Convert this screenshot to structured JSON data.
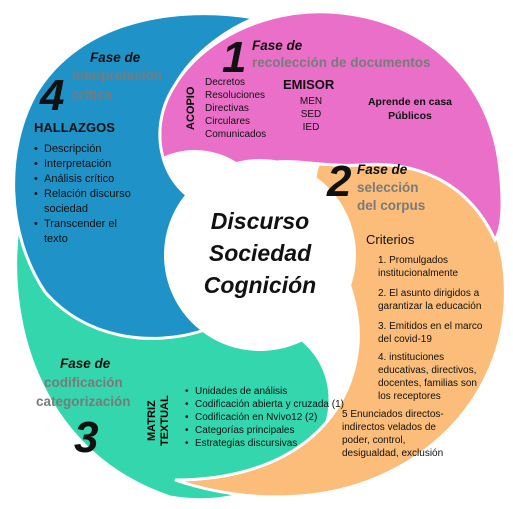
{
  "center": {
    "lines": [
      "Discurso",
      "Sociedad",
      "Cognición"
    ]
  },
  "phase1": {
    "number": "1",
    "fase_label": "Fase de",
    "subtitle": "recolección de documentos",
    "acopio": "ACOPIO",
    "items": [
      "Decretos",
      "Resoluciones",
      "Directivas",
      "Circulares",
      "Comunicados"
    ],
    "emisor_title": "EMISOR",
    "emisor_items": [
      "MEN",
      "SED",
      "IED"
    ],
    "audience": [
      "Aprende en casa",
      "Públicos"
    ]
  },
  "phase2": {
    "number": "2",
    "fase_label": "Fase de",
    "subtitle_lines": [
      "selección",
      "del corpus"
    ],
    "criterios_title": "Criterios",
    "criterios": [
      "1. Promulgados institucionalmente",
      "2. El asunto dirigidos a garantizar la educación",
      "3. Emitidos en el marco del covid-19",
      "4. instituciones educativas, directivos, docentes, familias son los receptores",
      "5 Enunciados directos-indirectos velados de poder, control, desigualdad, exclusión"
    ]
  },
  "phase3": {
    "number": "3",
    "fase_label": "Fase de",
    "subtitle_lines": [
      "codificación",
      "categorización"
    ],
    "matriz_label": [
      "MATRIZ",
      "TEXTUAL"
    ],
    "items": [
      "Unidades de análisis",
      "Codificación abierta y cruzada (1)",
      "Codificación en Nvivo12 (2)",
      "Categorías principales",
      "Estrategias discursivas"
    ]
  },
  "phase4": {
    "number": "4",
    "fase_label": "Fase de",
    "subtitle_lines": [
      "interpretación",
      "crítica"
    ],
    "hallazgos_title": "HALLAZGOS",
    "items": [
      "Descripción",
      "Interpretación",
      "Análisis crítico",
      "Relación discurso sociedad",
      "Transcender el texto"
    ]
  },
  "colors": {
    "pink": "#ea6fc8",
    "orange": "#fbbd79",
    "teal": "#33d6ad",
    "blue": "#1f93c7",
    "center": "#ffffff"
  }
}
